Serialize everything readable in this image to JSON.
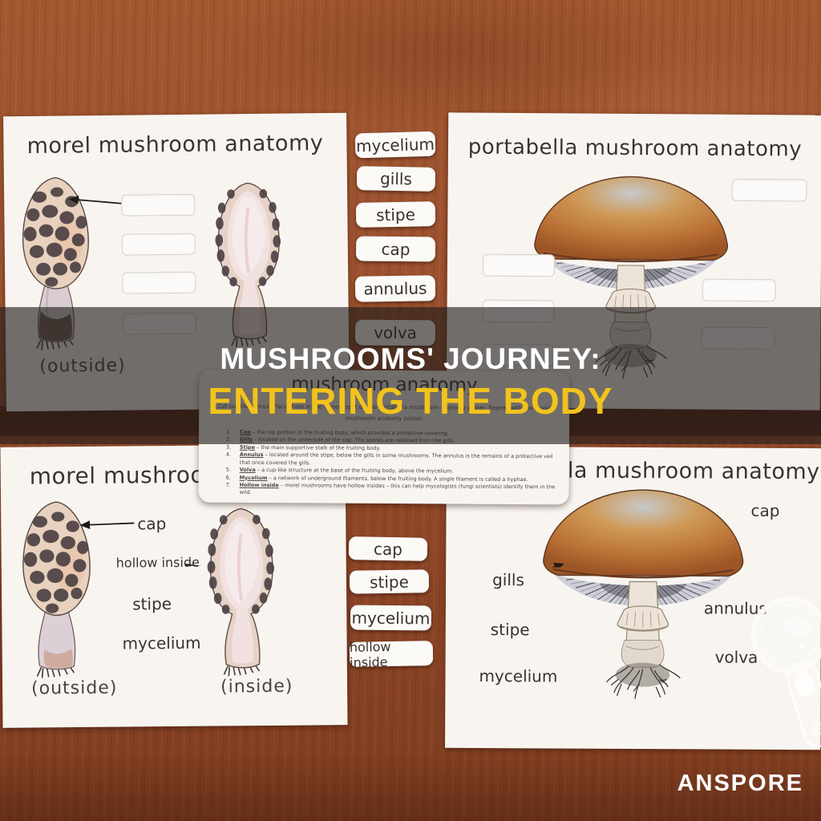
{
  "banner": {
    "line1": "MUSHROOMS' JOURNEY:",
    "line2": "ENTERING THE BODY",
    "line1_color": "#ffffff",
    "line2_color": "#f2c31c"
  },
  "watermark": "ANSPORE",
  "chips_top": [
    "mycelium",
    "gills",
    "stipe",
    "cap",
    "annulus",
    "volva"
  ],
  "chips_bottom": [
    "cap",
    "stipe",
    "mycelium",
    "hollow inside"
  ],
  "card_tl": {
    "title": "morel mushroom anatomy",
    "caption": "(outside)"
  },
  "card_tr": {
    "title": "portabella mushroom anatomy"
  },
  "card_bl": {
    "title": "morel mushroom anatomy",
    "labels": {
      "cap": "cap",
      "hollow": "hollow inside",
      "stipe": "stipe",
      "mycelium": "mycelium"
    },
    "caption_left": "(outside)",
    "caption_right": "(inside)"
  },
  "card_br": {
    "title": "portabella mushroom anatomy",
    "labels": {
      "cap": "cap",
      "gills": "gills",
      "annulus": "annulus",
      "stipe": "stipe",
      "volva": "volva",
      "mycelium": "mycelium"
    }
  },
  "instructions": {
    "title": "mushroom anatomy",
    "intro1": "Cut out the pieces. Place them in the correct spot on the portabella mushroom anatomy poster. Repeat with the morel",
    "intro2": "mushroom anatomy poster.",
    "items": [
      {
        "num": "1.",
        "term": "Cap",
        "def": " – the top portion of the fruiting body, which provides a protective covering."
      },
      {
        "num": "2.",
        "term": "Gills",
        "def": " – located on the underside of the cap. The spores are released from the gills."
      },
      {
        "num": "3.",
        "term": "Stipe",
        "def": " – the main supportive stalk of the fruiting body."
      },
      {
        "num": "4.",
        "term": "Annulus",
        "def": " – located around the stipe, below the gills in some mushrooms. The annulus is the remains of a protective veil that once covered the gills."
      },
      {
        "num": "5.",
        "term": "Volva",
        "def": " – a cup-like structure at the base of the fruiting body, above the mycelium."
      },
      {
        "num": "6.",
        "term": "Mycelium",
        "def": " – a network of underground filaments, below the fruiting body. A single filament is called a hyphae."
      },
      {
        "num": "7.",
        "term": "Hollow inside",
        "def": " – morel mushrooms have hollow insides – this can help mycologists (fungi scientists) identify them in the wild."
      }
    ]
  }
}
